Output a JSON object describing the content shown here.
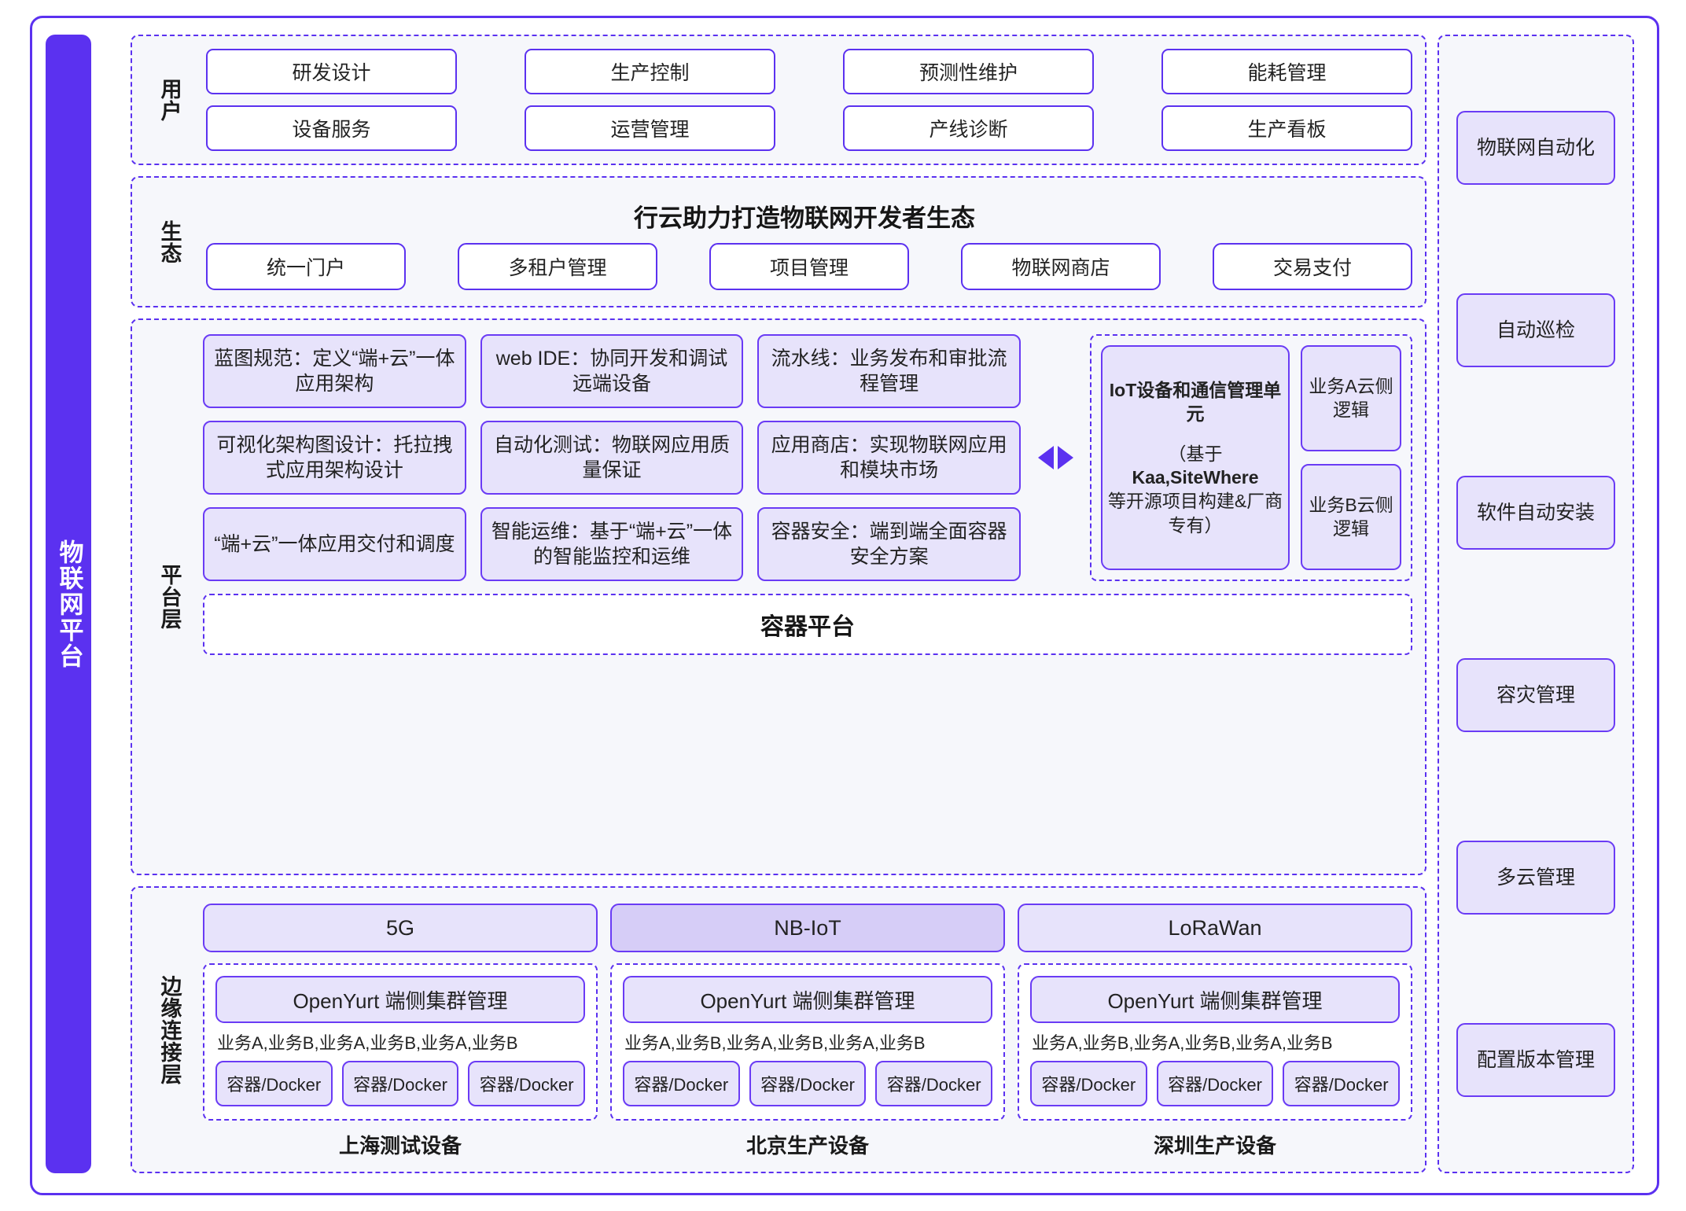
{
  "left_rail": {
    "title": "物联网平台"
  },
  "bands": {
    "user": {
      "label": "用户",
      "items": [
        "研发设计",
        "生产控制",
        "预测性维护",
        "能耗管理",
        "设备服务",
        "运营管理",
        "产线诊断",
        "生产看板"
      ]
    },
    "eco": {
      "label": "生态",
      "title": "行云助力打造物联网开发者生态",
      "items": [
        "统一门户",
        "多租户管理",
        "项目管理",
        "物联网商店",
        "交易支付"
      ]
    },
    "platform": {
      "label": "平台层",
      "cards": [
        "蓝图规范：定义“端+云”一体应用架构",
        "web IDE：协同开发和调试远端设备",
        "流水线：业务发布和审批流程管理",
        "可视化架构图设计：托拉拽式应用架构设计",
        "自动化测试：物联网应用质量保证",
        "应用商店：实现物联网应用和模块市场",
        "“端+云”一体应用交付和调度",
        "智能运维：基于“端+云”一体的智能监控和运维",
        "容器安全：端到端全面容器安全方案"
      ],
      "iot_unit": {
        "title": "IoT设备和通信管理单元",
        "note_open": "（基于",
        "note_bold": "Kaa,SiteWhere",
        "note_rest": "等开源项目构建&厂商专有）",
        "side": [
          "业务A云侧逻辑",
          "业务B云侧逻辑"
        ]
      },
      "container_platform": "容器平台"
    },
    "edge": {
      "label": "边缘连接层",
      "networks": [
        "5G",
        "NB-IoT",
        "LoRaWan"
      ],
      "network_active": "NB-IoT",
      "devices": [
        {
          "cluster": "OpenYurt 端侧集群管理",
          "services": "业务A,业务B,业务A,业务B,业务A,业务B",
          "containers": [
            "容器/Docker",
            "容器/Docker",
            "容器/Docker"
          ],
          "caption": "上海测试设备"
        },
        {
          "cluster": "OpenYurt 端侧集群管理",
          "services": "业务A,业务B,业务A,业务B,业务A,业务B",
          "containers": [
            "容器/Docker",
            "容器/Docker",
            "容器/Docker"
          ],
          "caption": "北京生产设备"
        },
        {
          "cluster": "OpenYurt 端侧集群管理",
          "services": "业务A,业务B,业务A,业务B,业务A,业务B",
          "containers": [
            "容器/Docker",
            "容器/Docker",
            "容器/Docker"
          ],
          "caption": "深圳生产设备"
        }
      ]
    }
  },
  "sidebar": {
    "items": [
      "物联网自动化",
      "自动巡检",
      "软件自动安装",
      "容灾管理",
      "多云管理",
      "配置版本管理"
    ]
  },
  "colors": {
    "accent": "#5b31f0",
    "chip_fill": "#e7e3fb",
    "chip_fill_active": "#d6cdf7",
    "band_fill": "#f6f7fb",
    "pill_fill": "#ffffff"
  }
}
